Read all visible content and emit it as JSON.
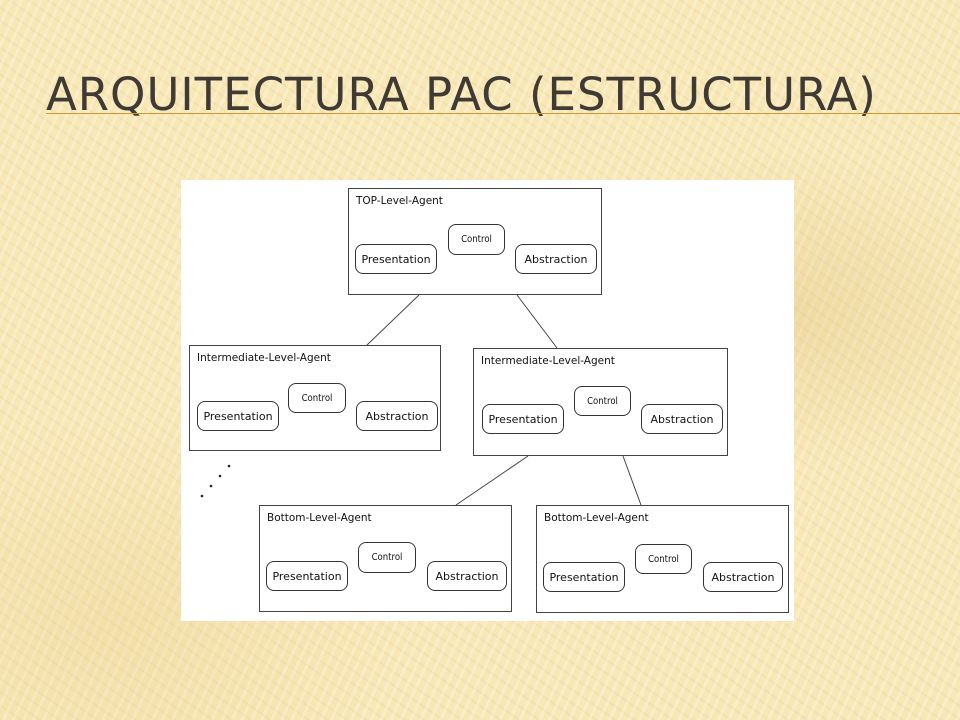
{
  "slide": {
    "title": "Arquitectura PAC (estructura)"
  },
  "diagram": {
    "component_labels": {
      "control": "Control",
      "presentation": "Presentation",
      "abstraction": "Abstraction"
    },
    "agents": [
      {
        "id": "top",
        "title": "TOP-Level-Agent"
      },
      {
        "id": "mid-left",
        "title": "Intermediate-Level-Agent"
      },
      {
        "id": "mid-right",
        "title": "Intermediate-Level-Agent"
      },
      {
        "id": "bottom-left",
        "title": "Bottom-Level-Agent"
      },
      {
        "id": "bottom-right",
        "title": "Bottom-Level-Agent"
      }
    ],
    "ellipsis": ". . . ."
  }
}
